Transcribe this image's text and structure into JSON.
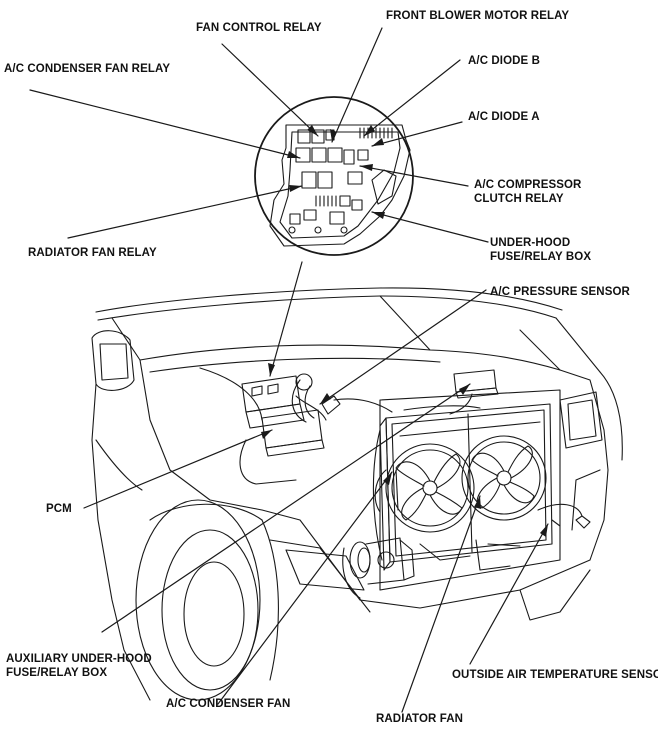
{
  "labels": {
    "fan_control_relay": "FAN CONTROL RELAY",
    "front_blower_motor_relay": "FRONT BLOWER MOTOR RELAY",
    "ac_condenser_fan_relay": "A/C CONDENSER FAN RELAY",
    "ac_diode_b": "A/C DIODE B",
    "ac_diode_a": "A/C DIODE A",
    "ac_compressor_clutch_relay_1": "A/C COMPRESSOR",
    "ac_compressor_clutch_relay_2": "CLUTCH RELAY",
    "radiator_fan_relay": "RADIATOR FAN RELAY",
    "under_hood_fuse_box_1": "UNDER-HOOD",
    "under_hood_fuse_box_2": "FUSE/RELAY BOX",
    "ac_pressure_sensor": "A/C PRESSURE SENSOR",
    "pcm": "PCM",
    "aux_fuse_box_1": "AUXILIARY UNDER-HOOD",
    "aux_fuse_box_2": "FUSE/RELAY BOX",
    "outside_air_temp_sensor": "OUTSIDE AIR TEMPERATURE SENSOR",
    "ac_condenser_fan": "A/C CONDENSER FAN",
    "radiator_fan": "RADIATOR FAN"
  },
  "colors": {
    "line": "#1a1a1a",
    "background": "#ffffff"
  }
}
